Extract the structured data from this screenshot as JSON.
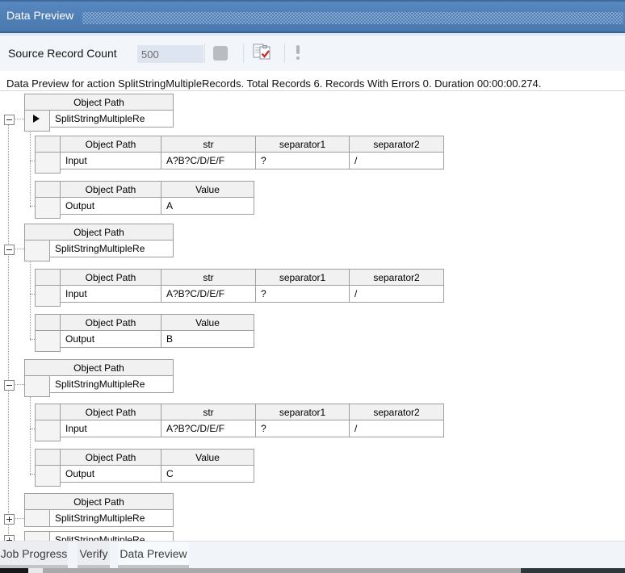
{
  "window": {
    "title": "Data Preview"
  },
  "toolbar": {
    "label": "Source Record Count",
    "count_value": "500",
    "icons": {
      "stop": "stop-square-icon",
      "verify": "clipboard-check-icon",
      "alert": "exclamation-icon"
    }
  },
  "summary": "Data Preview for action SplitStringMultipleRecords. Total Records 6. Records With Errors 0. Duration 00:00:00.274.",
  "grid": {
    "object_path_header": "Object Path",
    "input_headers": [
      "Object Path",
      "str",
      "separator1",
      "separator2"
    ],
    "output_headers": [
      "Object Path",
      "Value"
    ],
    "records": [
      {
        "object_path": "SplitStringMultipleRe",
        "expanded": true,
        "current": true,
        "input": {
          "object_path": "Input",
          "str": "A?B?C/D/E/F",
          "separator1": "?",
          "separator2": "/"
        },
        "output": {
          "object_path": "Output",
          "value": "A"
        }
      },
      {
        "object_path": "SplitStringMultipleRe",
        "expanded": true,
        "input": {
          "object_path": "Input",
          "str": "A?B?C/D/E/F",
          "separator1": "?",
          "separator2": "/"
        },
        "output": {
          "object_path": "Output",
          "value": "B"
        }
      },
      {
        "object_path": "SplitStringMultipleRe",
        "expanded": true,
        "input": {
          "object_path": "Input",
          "str": "A?B?C/D/E/F",
          "separator1": "?",
          "separator2": "/"
        },
        "output": {
          "object_path": "Output",
          "value": "C"
        }
      },
      {
        "object_path": "SplitStringMultipleRe",
        "expanded": false
      },
      {
        "object_path": "SplitStringMultipleRe",
        "expanded": false
      }
    ]
  },
  "tabs": [
    {
      "label": "Job Progress",
      "selected": false
    },
    {
      "label": "Verify",
      "selected": false
    },
    {
      "label": "Data Preview",
      "selected": true
    }
  ],
  "colors": {
    "titlebar_blue": "#4d7cb5",
    "check_red": "#c5302c",
    "grid_border": "#9e9e9e"
  }
}
